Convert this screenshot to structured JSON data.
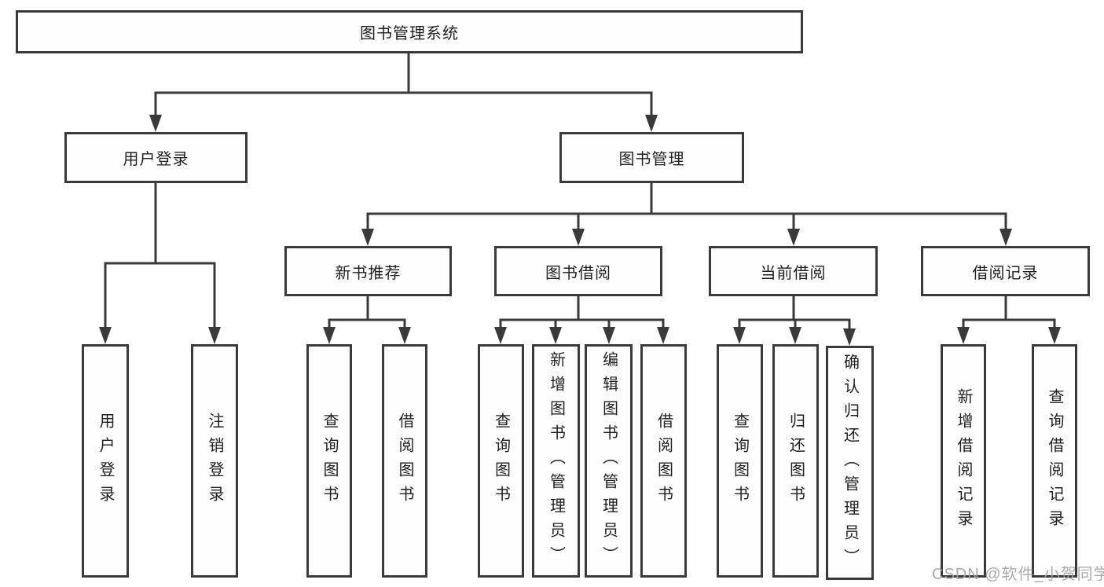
{
  "diagram": {
    "root": {
      "label": "图书管理系统",
      "children": [
        {
          "label": "用户登录",
          "children": [
            {
              "label": "用户登录"
            },
            {
              "label": "注销登录"
            }
          ]
        },
        {
          "label": "图书管理",
          "children": [
            {
              "label": "新书推荐",
              "children": [
                {
                  "label": "查询图书"
                },
                {
                  "label": "借阅图书"
                }
              ]
            },
            {
              "label": "图书借阅",
              "children": [
                {
                  "label": "查询图书"
                },
                {
                  "label": "新增图书（管理员）"
                },
                {
                  "label": "编辑图书（管理员）"
                },
                {
                  "label": "借阅图书"
                }
              ]
            },
            {
              "label": "当前借阅",
              "children": [
                {
                  "label": "查询图书"
                },
                {
                  "label": "归还图书"
                },
                {
                  "label": "确认归还（管理员）"
                }
              ]
            },
            {
              "label": "借阅记录",
              "children": [
                {
                  "label": "新增借阅记录"
                },
                {
                  "label": "查询借阅记录"
                }
              ]
            }
          ]
        }
      ]
    }
  },
  "style": {
    "line_color": "#3a3a3a",
    "box_border_color": "#3a3a3a",
    "text_color": "#1f1f1f",
    "background": "#ffffff",
    "watermark_color": "#a5a5a5"
  },
  "watermark": {
    "text": "CSDN @软件_小贺同学"
  }
}
